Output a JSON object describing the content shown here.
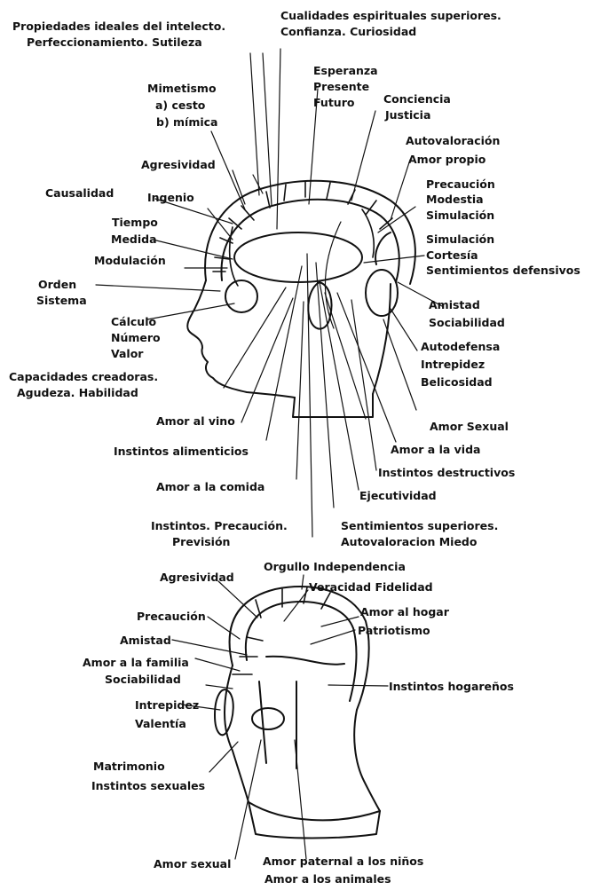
{
  "top_diagram": {
    "labels": {
      "propiedades_ideales": "Propiedades ideales del intelecto.",
      "perfeccionamiento": "Perfeccionamiento. Sutileza",
      "cualidades_espirituales": "Cualidades espirituales superiores.",
      "confianza_curiosidad": "Confianza. Curiosidad",
      "mimetismo": "Mimetismo",
      "cesto": "a) cesto",
      "mimica": "b) mímica",
      "esperanza": "Esperanza",
      "presente": "Presente",
      "futuro": "Futuro",
      "conciencia": "Conciencia",
      "justicia": "Justicia",
      "autovaloracion": "Autovaloración",
      "amor_propio": "Amor propio",
      "agresividad": "Agresividad",
      "causalidad": "Causalidad",
      "ingenio": "Ingenio",
      "precaucion": "Precaución",
      "modestia": "Modestia",
      "simulacion_1": "Simulación",
      "tiempo": "Tiempo",
      "medida": "Medida",
      "simulacion_2": "Simulación",
      "cortesia": "Cortesía",
      "sentimientos_defensivos": "Sentimientos defensivos",
      "modulacion": "Modulación",
      "orden": "Orden",
      "sistema": "Sistema",
      "amistad": "Amistad",
      "sociabilidad": "Sociabilidad",
      "calculo": "Cálculo",
      "numero": "Número",
      "valor": "Valor",
      "autodefensa": "Autodefensa",
      "intrepidez": "Intrepidez",
      "belicosidad": "Belicosidad",
      "capacidades_creadoras": "Capacidades creadoras.",
      "agudeza_habilidad": "Agudeza. Habilidad",
      "amor_al_vino": "Amor al vino",
      "amor_sexual": "Amor Sexual",
      "instintos_alimenticios": "Instintos alimenticios",
      "amor_a_la_vida": "Amor a la vida",
      "instintos_destructivos": "Instintos destructivos",
      "amor_a_la_comida": "Amor a la comida",
      "ejecutividad": "Ejecutividad",
      "instintos_precaucion": "Instintos. Precaución.",
      "prevision": "Previsión",
      "sentimientos_superiores": "Sentimientos superiores.",
      "autovaloracion_miedo": "Autovaloracion Miedo"
    }
  },
  "bottom_diagram": {
    "labels": {
      "orgullo_independencia": "Orgullo Independencia",
      "agresividad": "Agresividad",
      "veracidad_fidelidad": "Veracidad Fidelidad",
      "amor_al_hogar": "Amor al hogar",
      "patriotismo": "Patriotismo",
      "precaucion": "Precaución",
      "amistad": "Amistad",
      "amor_a_la_familia": "Amor a la familia",
      "sociabilidad": "Sociabilidad",
      "instintos_hogarenos": "Instintos hogareños",
      "intrepidez": "Intrepidez",
      "valentia": "Valentía",
      "matrimonio": "Matrimonio",
      "instintos_sexuales": "Instintos sexuales",
      "amor_sexual": "Amor sexual",
      "amor_paternal": "Amor paternal a los niños",
      "amor_animales": "Amor a los animales"
    }
  }
}
